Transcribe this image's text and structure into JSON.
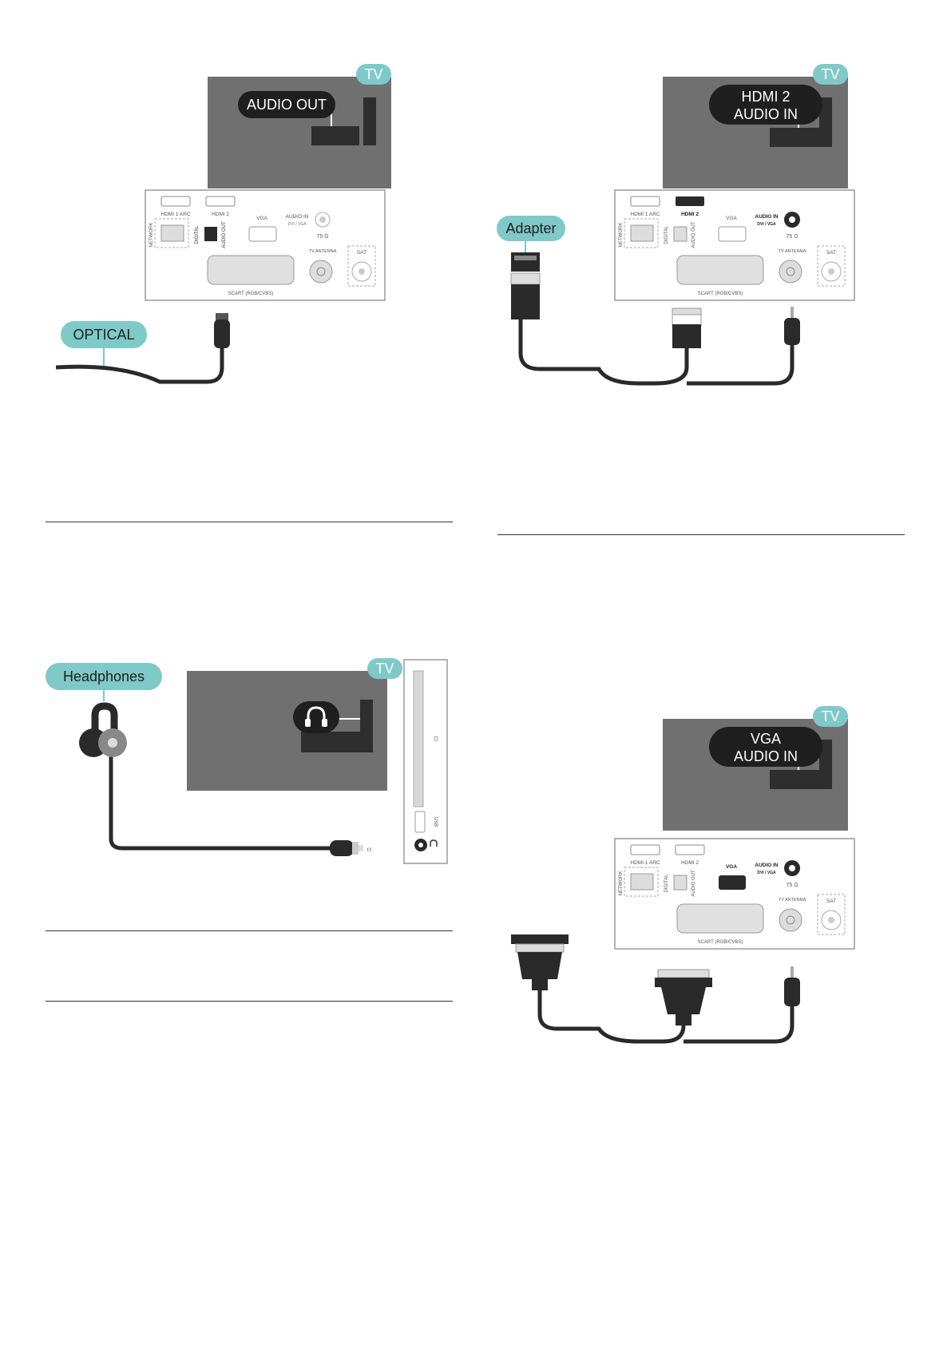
{
  "colors": {
    "tv_body": "#707071",
    "panel_border": "#9a9a9a",
    "port_dark": "#2a2a2a",
    "callout_teal": "#7fc9c9",
    "callout_dark": "#1f1f1f",
    "cable": "#2a2a2a",
    "rule": "#333333"
  },
  "figures": {
    "optical": {
      "tv_badge": "TV",
      "port_callout": "AUDIO OUT",
      "cable_label": "OPTICAL"
    },
    "hdmi": {
      "tv_badge": "TV",
      "port_callout_line1": "HDMI 2",
      "port_callout_line2": "AUDIO IN",
      "cable_label": "Adapter"
    },
    "headphones": {
      "tv_badge": "TV",
      "port_callout_icon": "headphones-icon",
      "cable_label": "Headphones",
      "side_panel": {
        "ci": "CI",
        "usb": "USB"
      }
    },
    "vga": {
      "tv_badge": "TV",
      "port_callout_line1": "VGA",
      "port_callout_line2": "AUDIO IN"
    }
  },
  "panel_labels": {
    "hdmi1": "HDMI 1 ARC",
    "hdmi2": "HDMI 2",
    "network": "NETWORK",
    "digital": "DIGITAL",
    "audio_out": "AUDIO OUT",
    "vga": "VGA",
    "audio_in": "AUDIO IN",
    "audio_in_sub": "DVI / VGA",
    "ohm": "75 Ω",
    "tv_antenna": "TV ANTENNA",
    "sat": "SAT",
    "scart": "SCART (RGB/CVBS)"
  }
}
